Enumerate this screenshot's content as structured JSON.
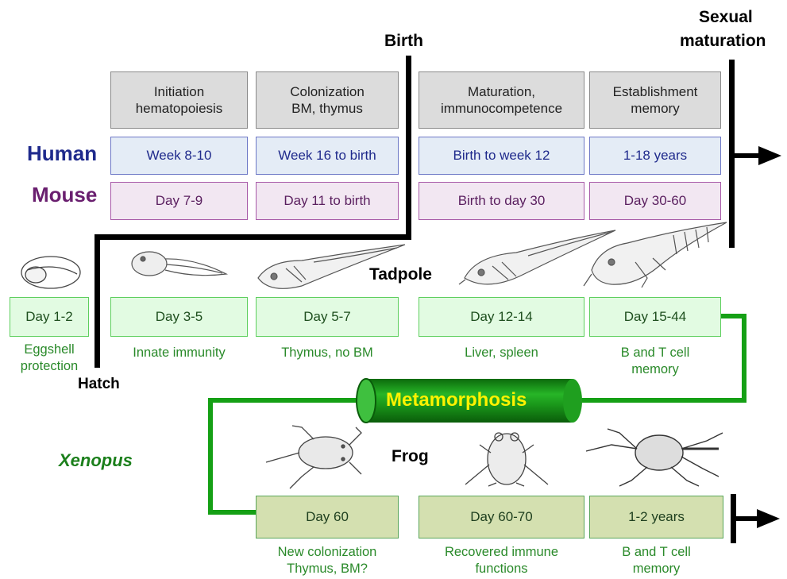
{
  "headers": {
    "birth": "Birth",
    "sexual_maturation_1": "Sexual",
    "sexual_maturation_2": "maturation",
    "human": "Human",
    "mouse": "Mouse",
    "tadpole": "Tadpole",
    "frog": "Frog",
    "hatch": "Hatch",
    "xenopus": "Xenopus",
    "metamorphosis": "Metamorphosis"
  },
  "stages": [
    {
      "line1": "Initiation",
      "line2": "hematopoiesis"
    },
    {
      "line1": "Colonization",
      "line2": "BM, thymus"
    },
    {
      "line1": "Maturation,",
      "line2": "immunocompetence"
    },
    {
      "line1": "Establishment",
      "line2": "memory"
    }
  ],
  "human": [
    "Week 8-10",
    "Week 16 to birth",
    "Birth to week 12",
    "1-18 years"
  ],
  "mouse": [
    "Day 7-9",
    "Day 11 to birth",
    "Birth to day 30",
    "Day 30-60"
  ],
  "tadpole_days": [
    "Day 1-2",
    "Day 3-5",
    "Day 5-7",
    "Day 12-14",
    "Day 15-44"
  ],
  "tadpole_notes": [
    {
      "line1": "Eggshell",
      "line2": "protection"
    },
    {
      "line1": "Innate immunity",
      "line2": ""
    },
    {
      "line1": "Thymus, no BM",
      "line2": ""
    },
    {
      "line1": "Liver, spleen",
      "line2": ""
    },
    {
      "line1": "B and T cell",
      "line2": "memory"
    }
  ],
  "frog_days": [
    "Day 60",
    "Day 60-70",
    "1-2 years"
  ],
  "frog_notes": [
    {
      "line1": "New colonization",
      "line2": "Thymus, BM?"
    },
    {
      "line1": "Recovered immune",
      "line2": "functions"
    },
    {
      "line1": "B and T cell",
      "line2": "memory"
    }
  ],
  "colors": {
    "human": "#1f2a8c",
    "mouse": "#6a1f6f",
    "green": "#15a015",
    "metamorphosis_text": "#fff200"
  }
}
